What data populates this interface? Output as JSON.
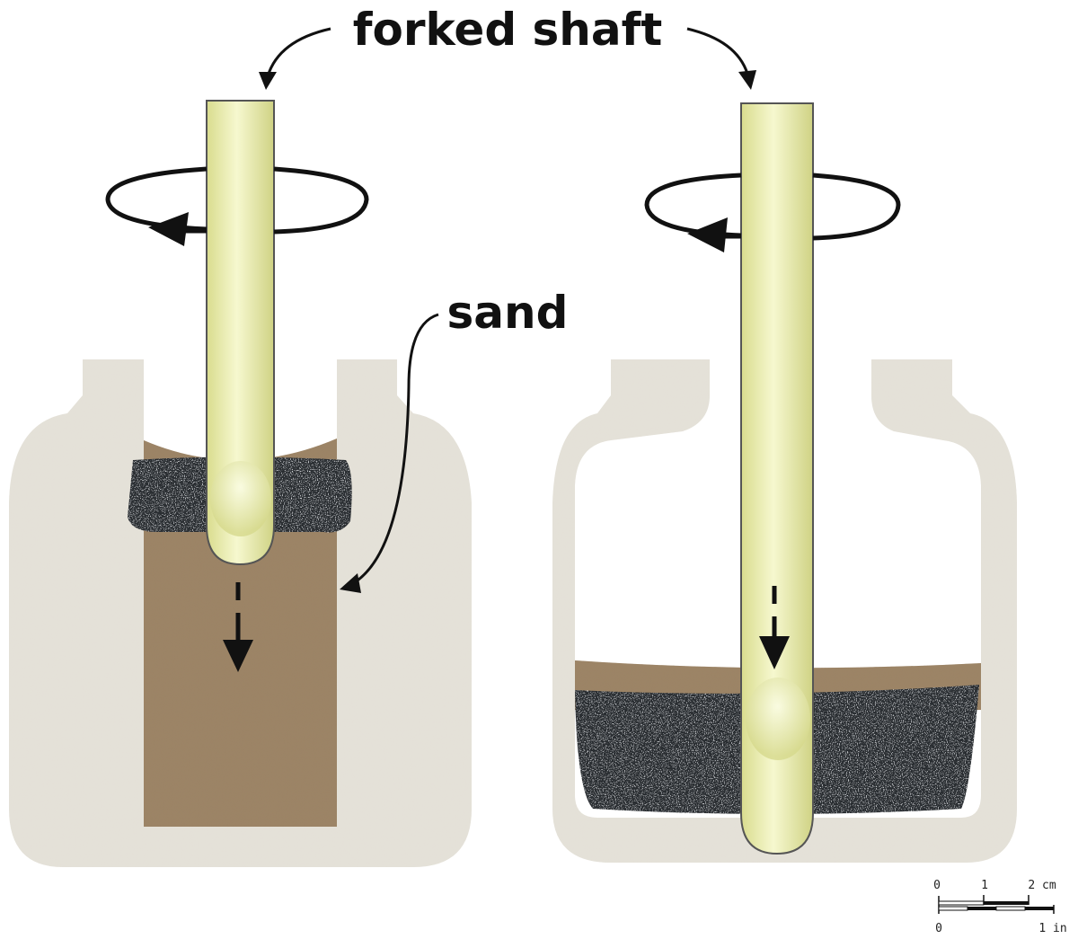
{
  "labels": {
    "forked_shaft": "forked shaft",
    "sand": "sand"
  },
  "scale_bar": {
    "cm_ticks": [
      "0",
      "1",
      "2 cm"
    ],
    "in_ticks": [
      "0",
      "1 in"
    ]
  },
  "colors": {
    "plaster": "#e4e1d8",
    "sand": "#9c8466",
    "dark_material": "#2a2d30",
    "shaft": "#ecefb0",
    "ink": "#111111"
  }
}
